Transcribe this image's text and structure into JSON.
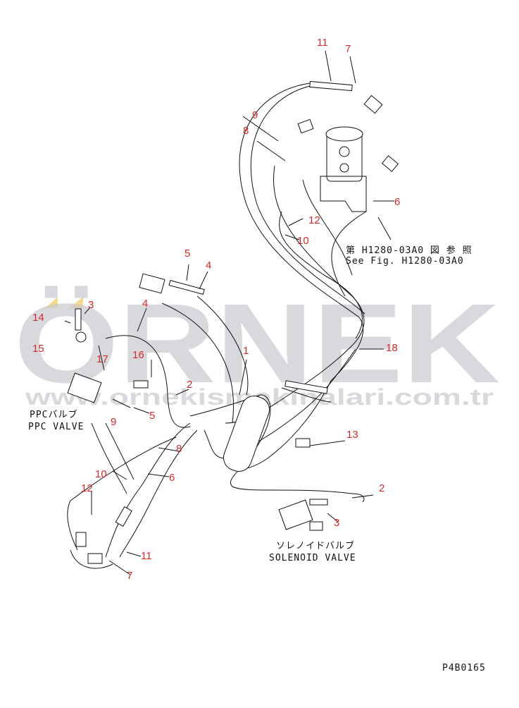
{
  "watermark": {
    "brand": "ÖRNEK",
    "url": "www.ornekismakinalari.com.tr",
    "accent": "#f5d98c"
  },
  "labels": {
    "l11a": "11",
    "l7a": "7",
    "l9a": "9",
    "l8a": "8",
    "l6a": "6",
    "l12a": "12",
    "l10a": "10",
    "l5a": "5",
    "l4a": "4",
    "l3a": "3",
    "l14": "14",
    "l4b": "4",
    "l15": "15",
    "l17": "17",
    "l16": "16",
    "l1": "1",
    "l2a": "2",
    "l18": "18",
    "l9b": "9",
    "l5b": "5",
    "l8b": "8",
    "l13": "13",
    "l10b": "10",
    "l6b": "6",
    "l12b": "12",
    "l2b": "2",
    "l3b": "3",
    "l11b": "11",
    "l7b": "7"
  },
  "notes": {
    "ref_jp": "第 H1280-03A0 図 参 照",
    "ref_en": "See Fig. H1280-03A0",
    "ppc_jp": "PPCバルブ",
    "ppc_en": "PPC VALVE",
    "sol_jp": "ソレノイドバルブ",
    "sol_en": "SOLENOID VALVE",
    "fig_code": "P4B0165"
  },
  "colors": {
    "label": "#d42a2a",
    "line": "#111111"
  }
}
